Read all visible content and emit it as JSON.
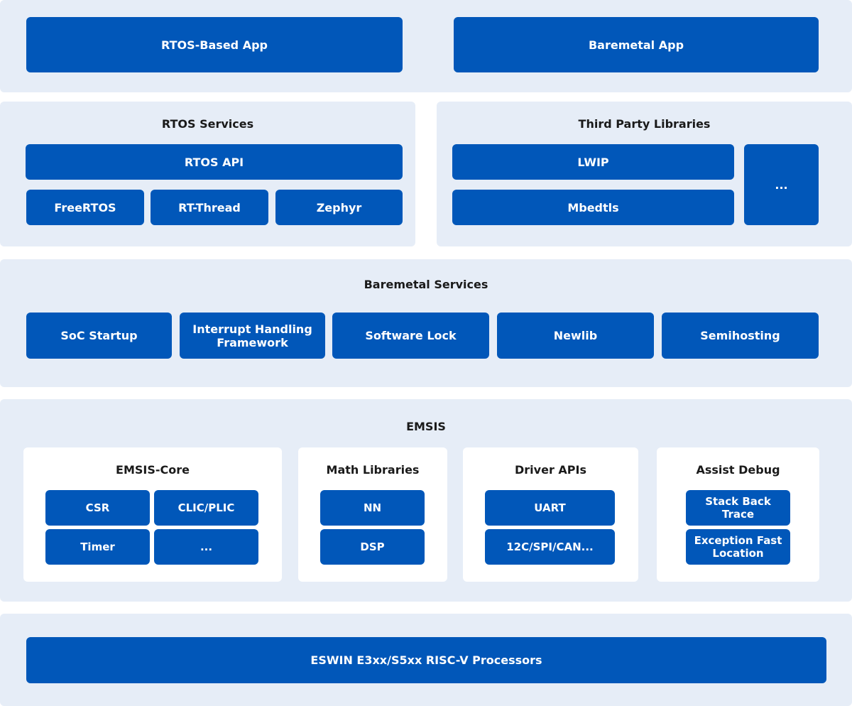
{
  "apps": {
    "rtos_app": "RTOS-Based App",
    "baremetal_app": "Baremetal App"
  },
  "rtos_services": {
    "title": "RTOS Services",
    "api": "RTOS API",
    "items": [
      "FreeRTOS",
      "RT-Thread",
      "Zephyr"
    ]
  },
  "third_party": {
    "title": "Third Party Libraries",
    "items": [
      "LWIP",
      "Mbedtls"
    ],
    "more": "..."
  },
  "baremetal_services": {
    "title": "Baremetal Services",
    "items": [
      "SoC Startup",
      "Interrupt Handling Framework",
      "Software Lock",
      "Newlib",
      "Semihosting"
    ]
  },
  "emsis": {
    "title": "EMSIS",
    "core": {
      "title": "EMSIS-Core",
      "items": [
        "CSR",
        "CLIC/PLIC",
        "Timer",
        "..."
      ]
    },
    "math": {
      "title": "Math Libraries",
      "items": [
        "NN",
        "DSP"
      ]
    },
    "driver": {
      "title": "Driver APIs",
      "items": [
        "UART",
        "12C/SPI/CAN..."
      ]
    },
    "debug": {
      "title": "Assist Debug",
      "items": [
        "Stack Back Trace",
        "Exception Fast Location"
      ]
    }
  },
  "processor": {
    "label": "ESWIN E3xx/S5xx RISC-V Processors"
  },
  "colors": {
    "panel": "#e6edf7",
    "block": "#0157b9",
    "card": "#ffffff",
    "title_text": "#1a1a1a"
  }
}
